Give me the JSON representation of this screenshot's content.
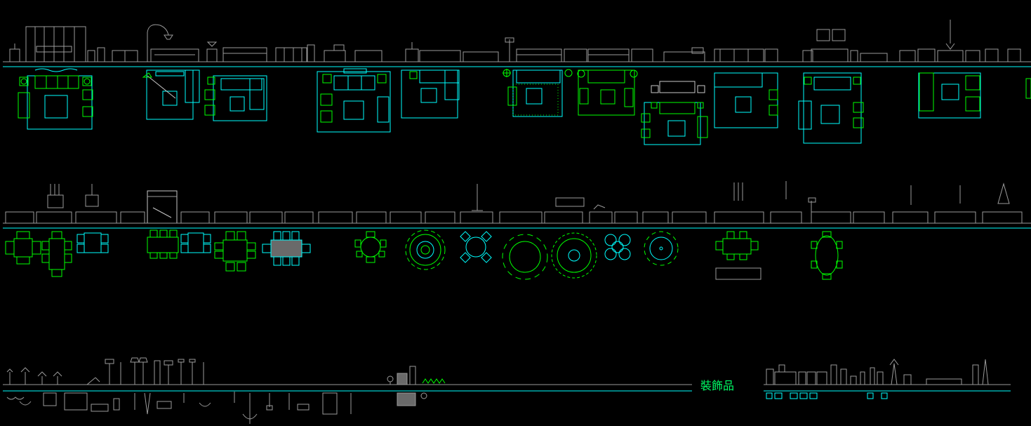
{
  "drawing": {
    "background": "#000000",
    "colors": {
      "cyan": "#00ffff",
      "green": "#00ff00",
      "gray": "#9a9a9a",
      "white": "#c8c8c8"
    },
    "sections": {
      "sofas": "sofa-elevation-and-plan-blocks",
      "dining": "dining-table-elevation-and-plan-blocks",
      "lamps": "lamp-and-decoration-blocks"
    },
    "decor_label": "裝飾品"
  }
}
